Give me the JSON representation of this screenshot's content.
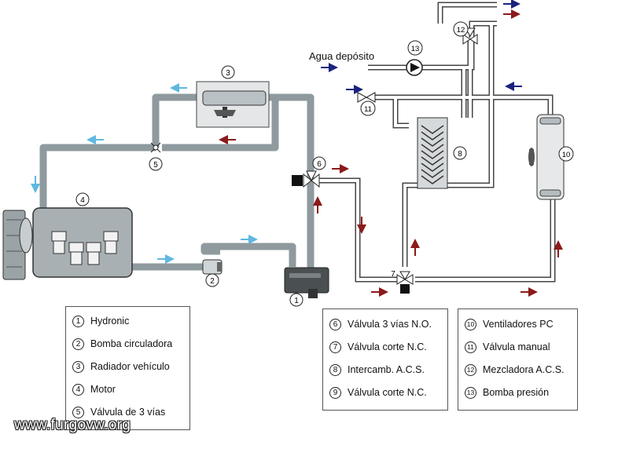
{
  "labels": {
    "agua_deposito": "Agua depósito",
    "watermark": "www.furgovw.org"
  },
  "components": {
    "c1": "1",
    "c2": "2",
    "c3": "3",
    "c4": "4",
    "c5": "5",
    "c6": "6",
    "c7": "7",
    "c8": "8",
    "c10": "10",
    "c11": "11",
    "c12": "12",
    "c13": "13"
  },
  "legend": {
    "col1": [
      {
        "num": "1",
        "text": "Hydronic"
      },
      {
        "num": "2",
        "text": "Bomba circuladora"
      },
      {
        "num": "3",
        "text": "Radiador vehículo"
      },
      {
        "num": "4",
        "text": "Motor"
      },
      {
        "num": "5",
        "text": "Válvula de 3 vías"
      }
    ],
    "col2": [
      {
        "num": "6",
        "text": "Válvula 3 vías N.O."
      },
      {
        "num": "7",
        "text": "Válvula corte N.C."
      },
      {
        "num": "8",
        "text": "Intercamb. A.C.S."
      },
      {
        "num": "9",
        "text": "Válvula corte N.C."
      }
    ],
    "col3": [
      {
        "num": "10",
        "text": "Ventiladores PC"
      },
      {
        "num": "11",
        "text": "Válvula manual"
      },
      {
        "num": "12",
        "text": "Mezcladora A.C.S."
      },
      {
        "num": "13",
        "text": "Bomba presión"
      }
    ]
  },
  "colors": {
    "coolant_pipe": "#8f9a9e",
    "water_pipe": "#ffffff",
    "cold_arrow": "#5fb8e0",
    "hot_arrow": "#8b1a1a",
    "supply_arrow": "#1a237e"
  }
}
